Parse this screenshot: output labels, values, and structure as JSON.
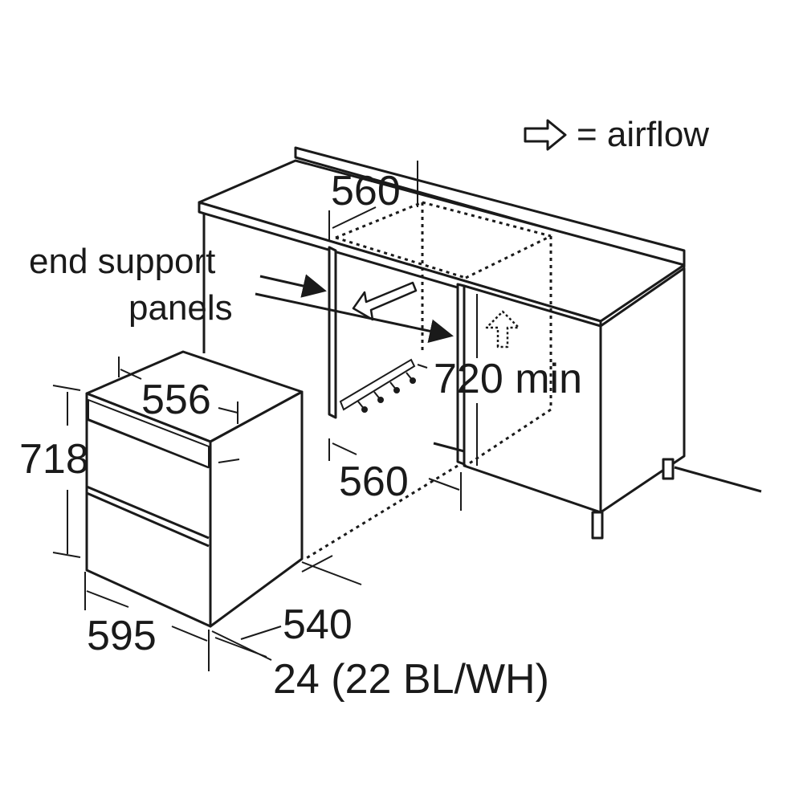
{
  "legend": {
    "icon": "outline-arrow-icon",
    "text": "= airflow"
  },
  "labels": {
    "cab_depth_top": "560",
    "end_support_1": "end support",
    "end_support_2": "panels",
    "oven_depth": "556",
    "oven_height": "718",
    "cab_height": "720 min",
    "cab_width": "560",
    "oven_width": "595",
    "oven_side": "540",
    "door": "24 (22 BL/WH)"
  },
  "colors": {
    "line": "#1a1a1a",
    "background": "#ffffff"
  }
}
